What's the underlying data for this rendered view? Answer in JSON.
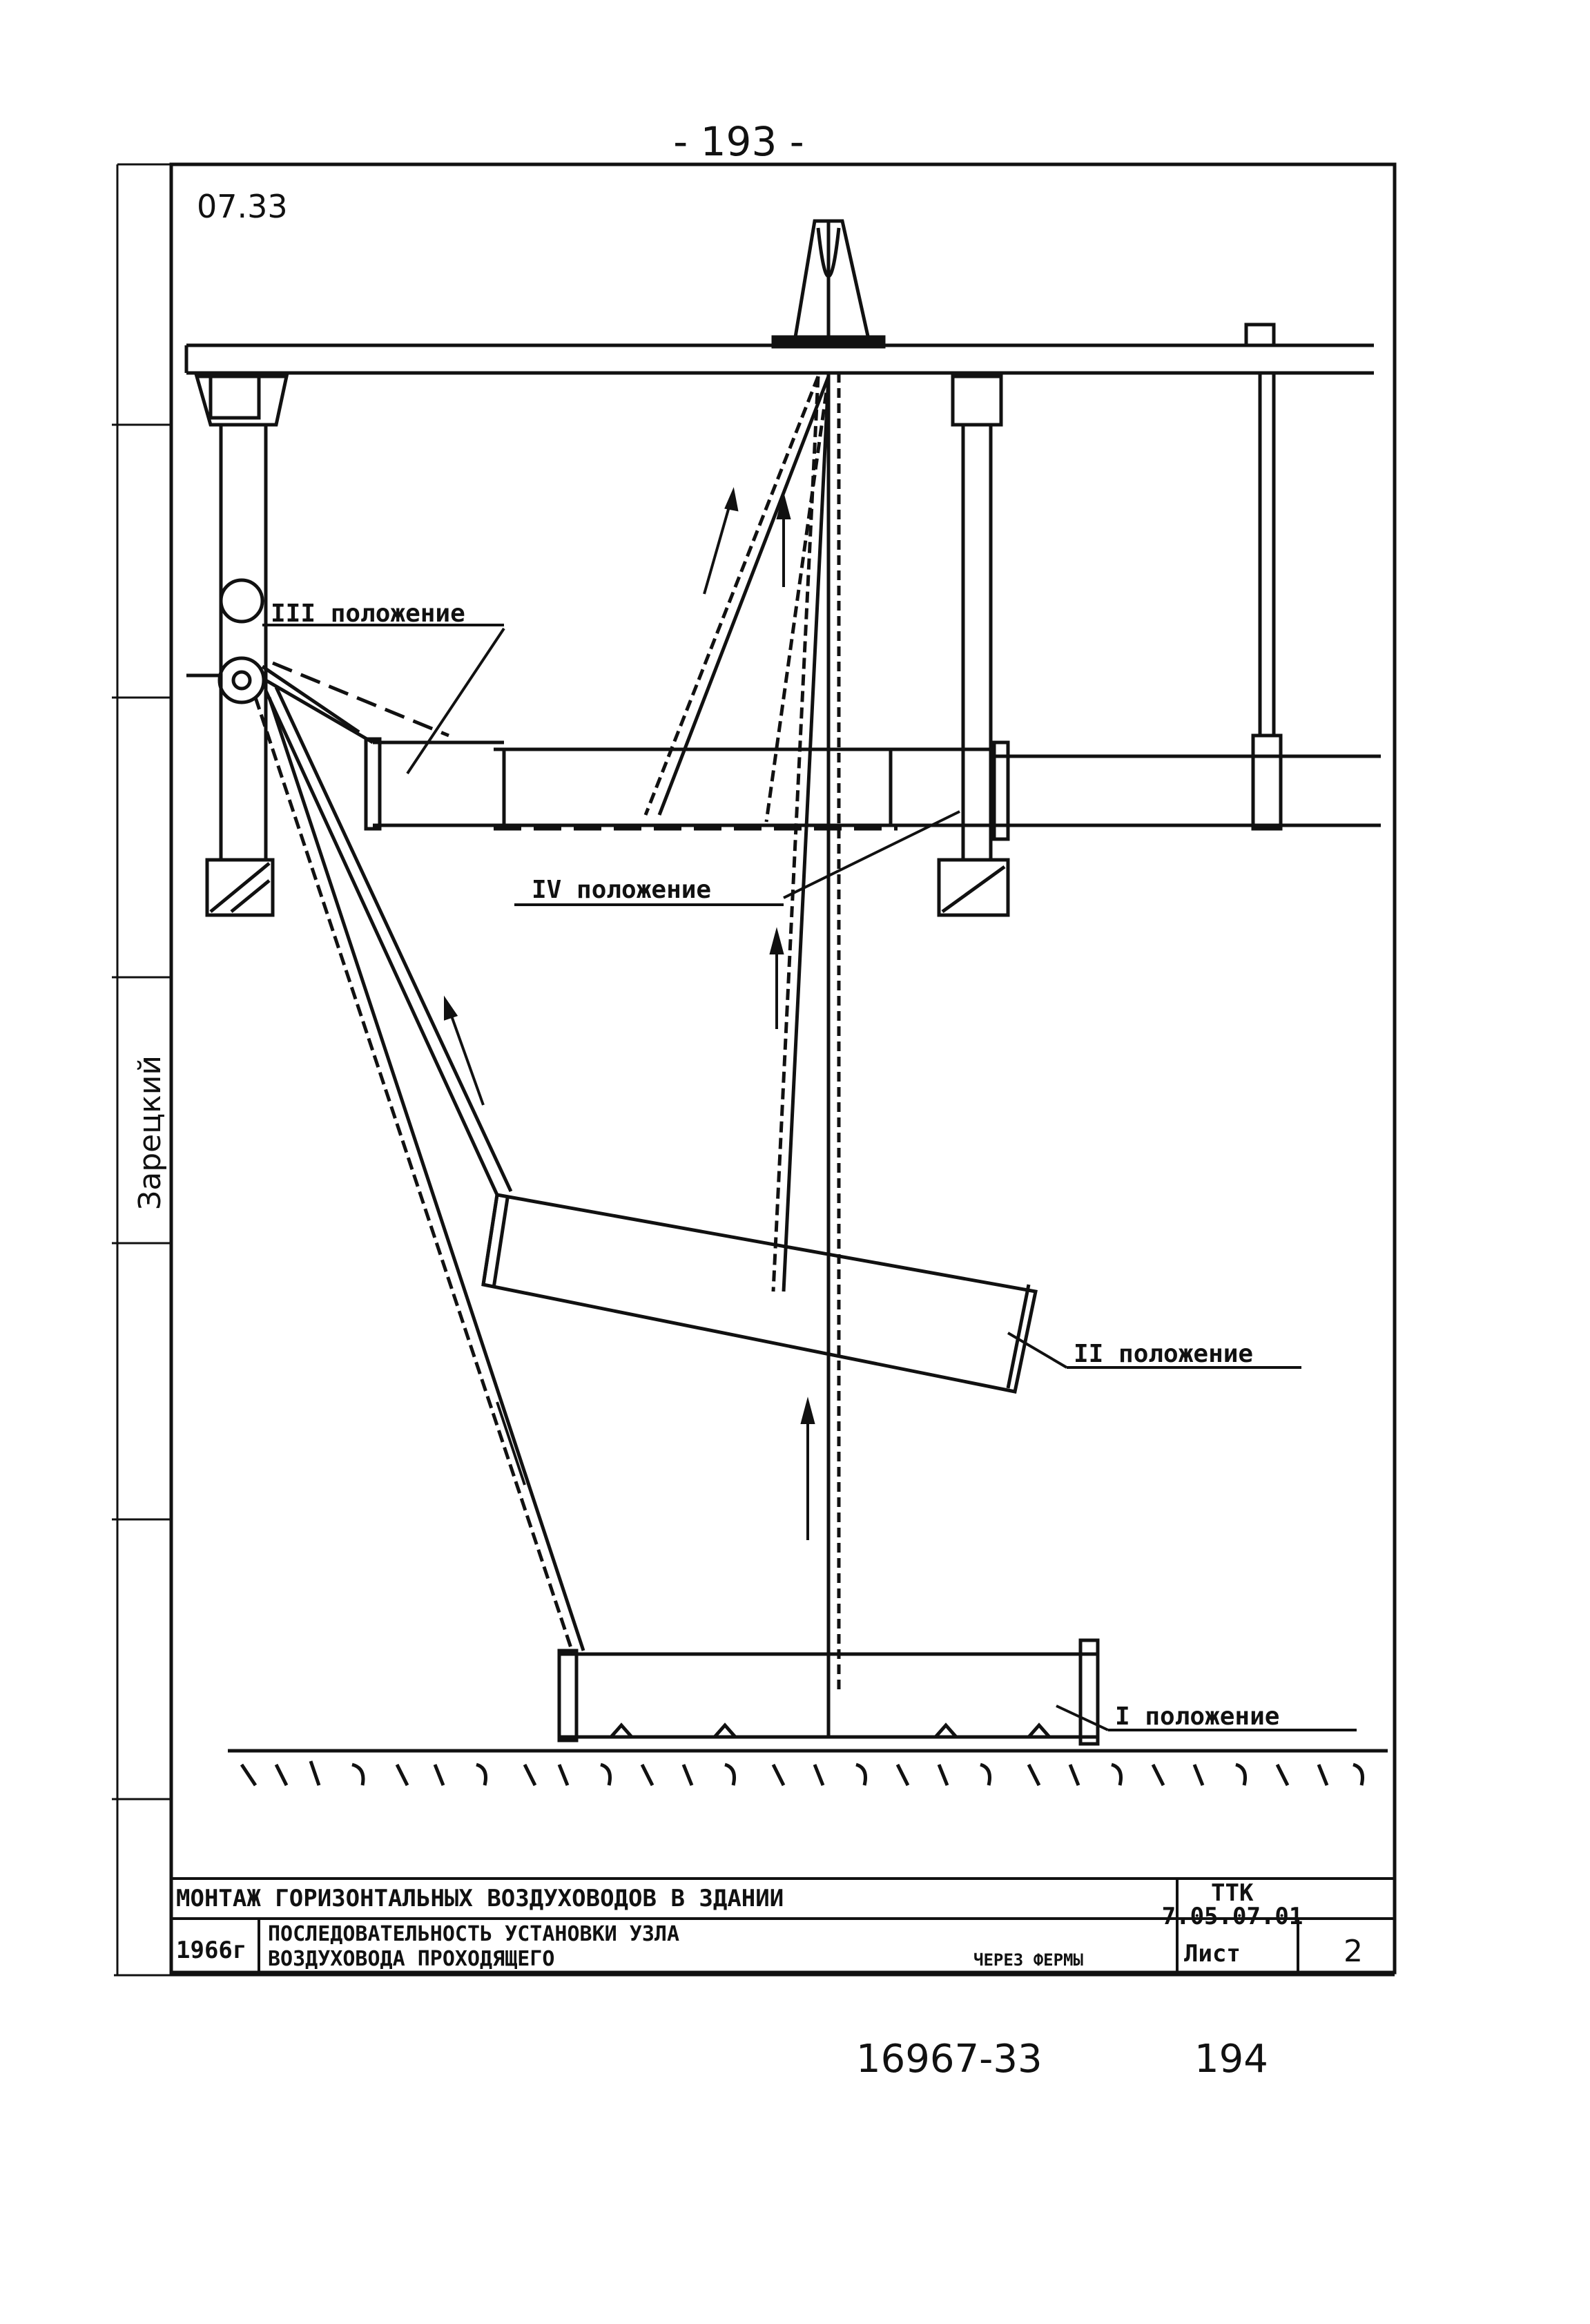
{
  "page_number_top": "- 193 -",
  "sheet_code": "07.33",
  "labels": {
    "position_1": "I положение",
    "position_2": "II положение",
    "position_3": "III положение",
    "position_4": "IV положение"
  },
  "left_margin": {
    "checker_name": "Зарецкий"
  },
  "title_block": {
    "title": "МОНТАЖ ГОРИЗОНТАЛЬНЫХ ВОЗДУХОВОДОВ В ЗДАНИИ",
    "code": "ТТК\n7.05.07.01",
    "year": "1966г",
    "subtitle_line1": "ПОСЛЕДОВАТЕЛЬНОСТЬ УСТАНОВКИ  УЗЛА",
    "subtitle_line2": "ВОЗДУХОВОДА ПРОХОДЯЩЕГО",
    "subtitle_suffix": "ЧЕРЕЗ ФЕРМЫ",
    "sheet_label": "Лист",
    "sheet_number": "2"
  },
  "footer": {
    "archive_number": "16967-33",
    "page_number": "194"
  }
}
